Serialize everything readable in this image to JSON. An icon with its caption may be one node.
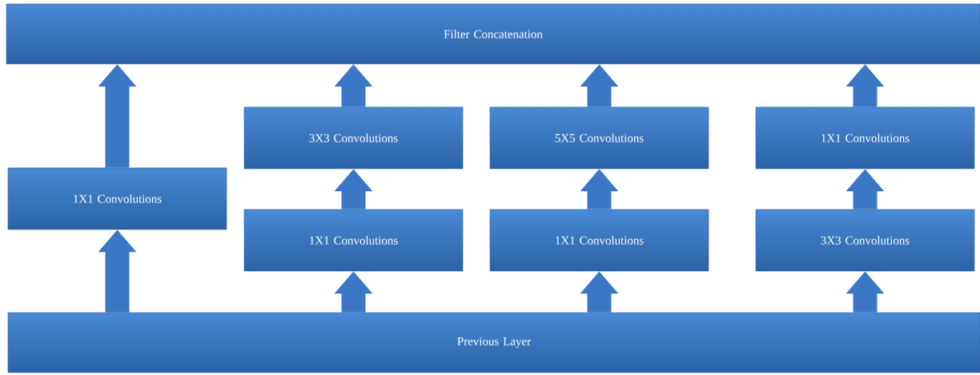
{
  "diagram": {
    "nodes": [
      {
        "text": [
          "Filter Concatenation"
        ]
      },
      {
        "text": [
          "1X1 Convolutions"
        ]
      },
      {
        "text": [
          "3X3 Convolutions"
        ]
      },
      {
        "text": [
          "5X5 Convolutions"
        ]
      },
      {
        "text": [
          "1X1 Convolutions"
        ]
      },
      {
        "text": [
          "1X1 Convolutions"
        ]
      },
      {
        "text": [
          "1X1 Convolutions"
        ]
      },
      {
        "text": [
          "3X3 Convolutions"
        ]
      },
      {
        "text": [
          "Previous Layer"
        ]
      }
    ],
    "edges": [
      {
        "from": 8,
        "to": 1,
        "arrow": "to"
      },
      {
        "from": 1,
        "to": 0,
        "arrow": "to"
      },
      {
        "from": 8,
        "to": 5,
        "arrow": "to"
      },
      {
        "from": 5,
        "to": 2,
        "arrow": "to"
      },
      {
        "from": 2,
        "to": 0,
        "arrow": "to"
      },
      {
        "from": 8,
        "to": 6,
        "arrow": "to"
      },
      {
        "from": 6,
        "to": 3,
        "arrow": "to"
      },
      {
        "from": 3,
        "to": 0,
        "arrow": "to"
      },
      {
        "from": 8,
        "to": 7,
        "arrow": "to"
      },
      {
        "from": 7,
        "to": 4,
        "arrow": "to"
      },
      {
        "from": 4,
        "to": 0,
        "arrow": "to"
      }
    ]
  }
}
